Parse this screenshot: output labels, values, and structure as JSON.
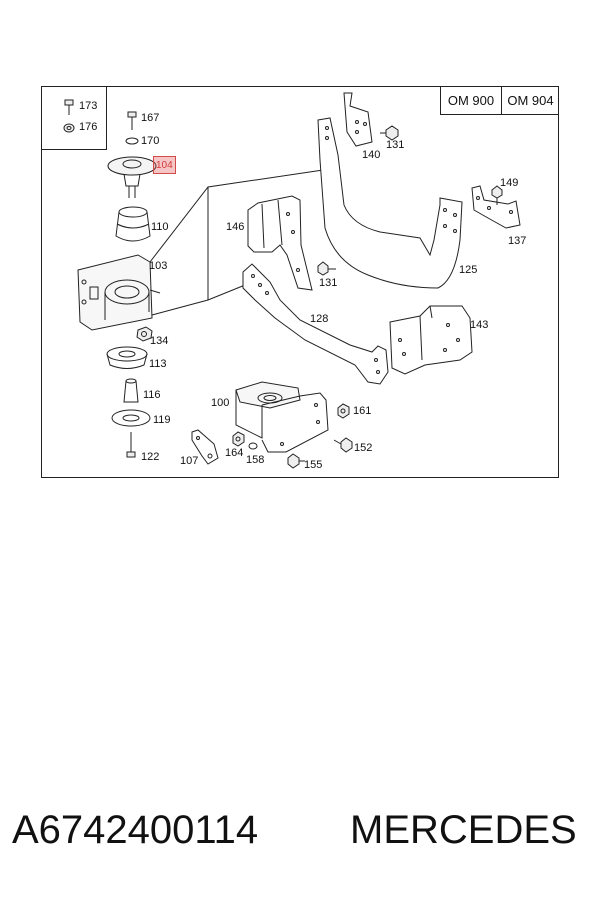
{
  "engines": [
    "OM 900",
    "OM 904"
  ],
  "labels": {
    "l173": "173",
    "l176": "176",
    "l167": "167",
    "l170": "170",
    "l104": "104",
    "l110": "110",
    "l103": "103",
    "l134": "134",
    "l113": "113",
    "l116": "116",
    "l119": "119",
    "l122": "122",
    "l140": "140",
    "l131a": "131",
    "l149": "149",
    "l137": "137",
    "l146": "146",
    "l131b": "131",
    "l125": "125",
    "l128": "128",
    "l143": "143",
    "l100": "100",
    "l161": "161",
    "l152": "152",
    "l107": "107",
    "l164": "164",
    "l158": "158",
    "l155": "155"
  },
  "highlighted_part": "104",
  "footer": {
    "part_number": "A6742400114",
    "brand": "MERCEDES"
  },
  "colors": {
    "highlight": "#e65a5a",
    "lines": "#222222"
  }
}
